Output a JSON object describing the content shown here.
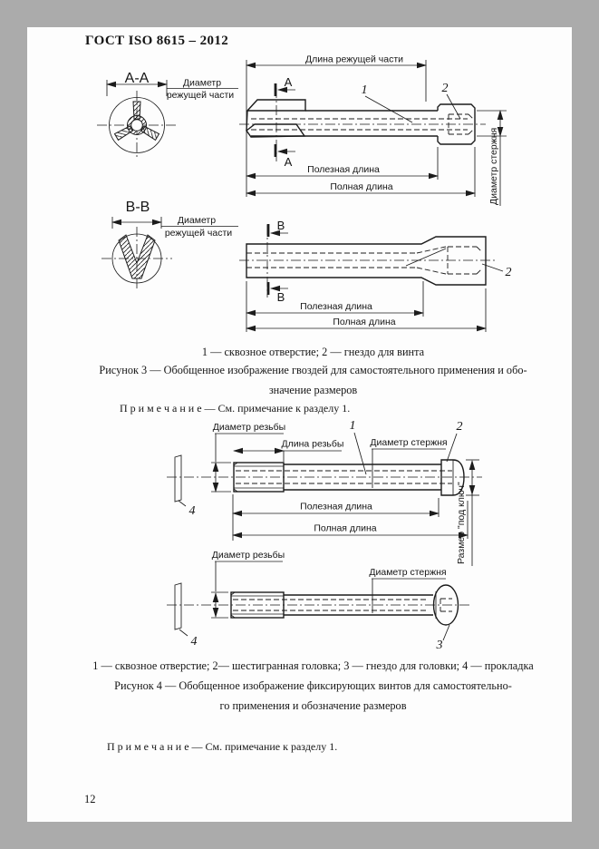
{
  "header": {
    "title": "ГОСТ ISO 8615 – 2012"
  },
  "figure3": {
    "section_a_label": "А-А",
    "section_b_label": "В-В",
    "cutting_diameter_line1": "Диаметр",
    "cutting_diameter_line2": "режущей части",
    "cutting_length_label": "Длина режущей части",
    "marker_a": "А",
    "marker_b": "В",
    "ref_1": "1",
    "ref_2": "2",
    "useful_length_label": "Полезная длина",
    "full_length_label": "Полная длина",
    "shank_diameter_label": "Диаметр стержня",
    "legend": "1 — сквозное отверстие; 2 — гнездо для винта",
    "caption_line1": "Рисунок 3 — Обобщенное изображение гвоздей для самостоятельного применения и обо-",
    "caption_line2": "значение размеров",
    "note": "П р и м е ч а н и е  — См. примечание к разделу 1."
  },
  "figure4": {
    "thread_diameter_label": "Диаметр резьбы",
    "thread_length_label": "Длина резьбы",
    "shank_diameter_label": "Диаметр стержня",
    "wrench_size_label": "Размер \"под ключ\"",
    "useful_length_label": "Полезная длина",
    "full_length_label": "Полная длина",
    "ref_1": "1",
    "ref_2": "2",
    "ref_3": "3",
    "ref_4": "4",
    "legend": "1 — сквозное отверстие; 2— шестигранная головка; 3 — гнездо для головки; 4 — прокладка",
    "caption_line1": "Рисунок 4 — Обобщенное изображение фиксирующих винтов для самостоятельно-",
    "caption_line2": "го применения и обозначение размеров",
    "note": "П р и м е ч а н и е  — См. примечание к разделу 1."
  },
  "footer": {
    "page_number": "12"
  },
  "colors": {
    "paper": "#fdfdfd",
    "border": "#ababab",
    "ink": "#1c1c1c"
  }
}
